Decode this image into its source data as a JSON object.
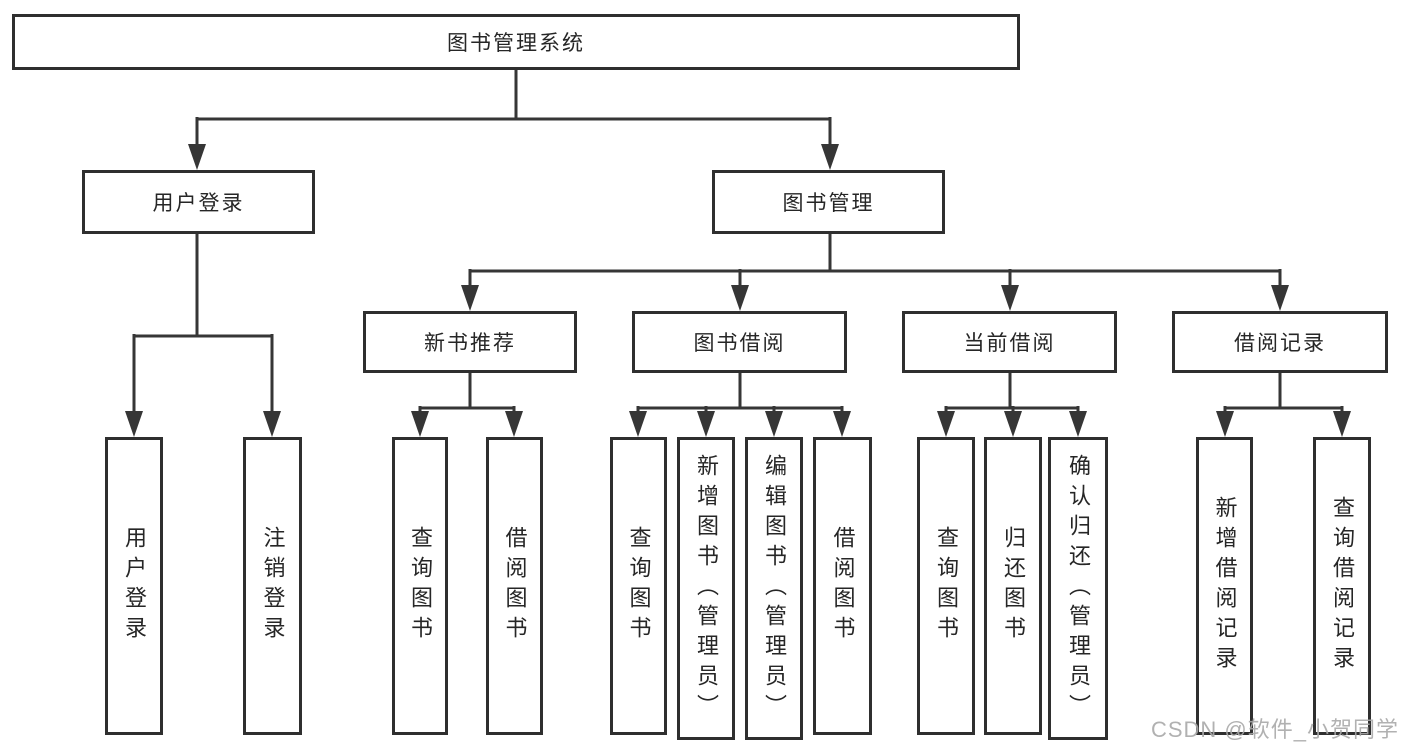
{
  "nodes": {
    "root": {
      "label": "图书管理系统"
    },
    "level2": [
      {
        "label": "用户登录",
        "parent": "图书管理系统"
      },
      {
        "label": "图书管理",
        "parent": "图书管理系统"
      }
    ],
    "level3": [
      {
        "label": "新书推荐",
        "parent": "图书管理"
      },
      {
        "label": "图书借阅",
        "parent": "图书管理"
      },
      {
        "label": "当前借阅",
        "parent": "图书管理"
      },
      {
        "label": "借阅记录",
        "parent": "图书管理"
      }
    ],
    "leaves": [
      {
        "label": "用户登录",
        "parent": "用户登录"
      },
      {
        "label": "注销登录",
        "parent": "用户登录"
      },
      {
        "label": "查询图书",
        "parent": "新书推荐"
      },
      {
        "label": "借阅图书",
        "parent": "新书推荐"
      },
      {
        "label": "查询图书",
        "parent": "图书借阅"
      },
      {
        "label": "新增图书（管理员）",
        "parent": "图书借阅"
      },
      {
        "label": "编辑图书（管理员）",
        "parent": "图书借阅"
      },
      {
        "label": "借阅图书",
        "parent": "图书借阅"
      },
      {
        "label": "查询图书",
        "parent": "当前借阅"
      },
      {
        "label": "归还图书",
        "parent": "当前借阅"
      },
      {
        "label": "确认归还（管理员）",
        "parent": "当前借阅"
      },
      {
        "label": "新增借阅记录",
        "parent": "借阅记录"
      },
      {
        "label": "查询借阅记录",
        "parent": "借阅记录"
      }
    ]
  },
  "watermark": {
    "text": "CSDN @软件_小贺同学"
  },
  "colors": {
    "line": "#363636",
    "box_border": "#2f2f2f",
    "text": "#262626",
    "watermark": "#a9a9a9",
    "background": "#ffffff"
  }
}
